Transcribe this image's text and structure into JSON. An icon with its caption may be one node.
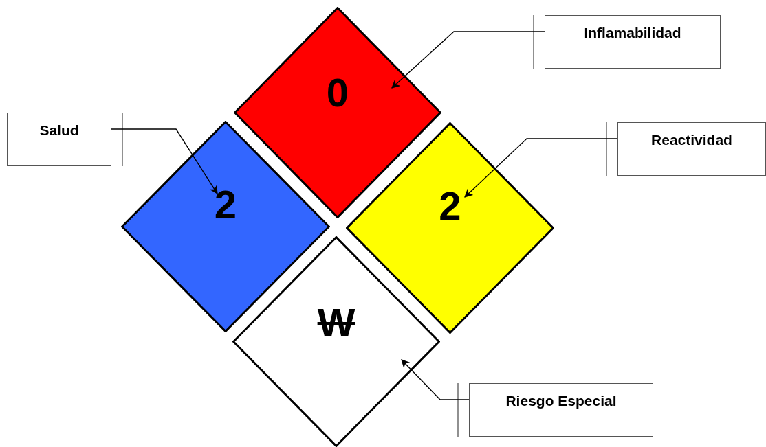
{
  "diagram": {
    "nodes": [
      {
        "text": [
          "0"
        ]
      },
      {
        "text": [
          "2"
        ]
      },
      {
        "text": [
          "2"
        ]
      },
      {
        "text": [
          "W"
        ]
      },
      {
        "text": [
          "Inflamabilidad"
        ]
      },
      {
        "text": [
          "Salud"
        ]
      },
      {
        "text": [
          "Reactividad"
        ]
      },
      {
        "text": [
          "Riesgo Especial"
        ]
      }
    ],
    "edges": [
      {
        "from": 4,
        "to": 0,
        "arrow": "to"
      },
      {
        "from": 5,
        "to": 1,
        "arrow": "to"
      },
      {
        "from": 6,
        "to": 2,
        "arrow": "to"
      },
      {
        "from": 7,
        "to": 3,
        "arrow": "to"
      }
    ]
  }
}
